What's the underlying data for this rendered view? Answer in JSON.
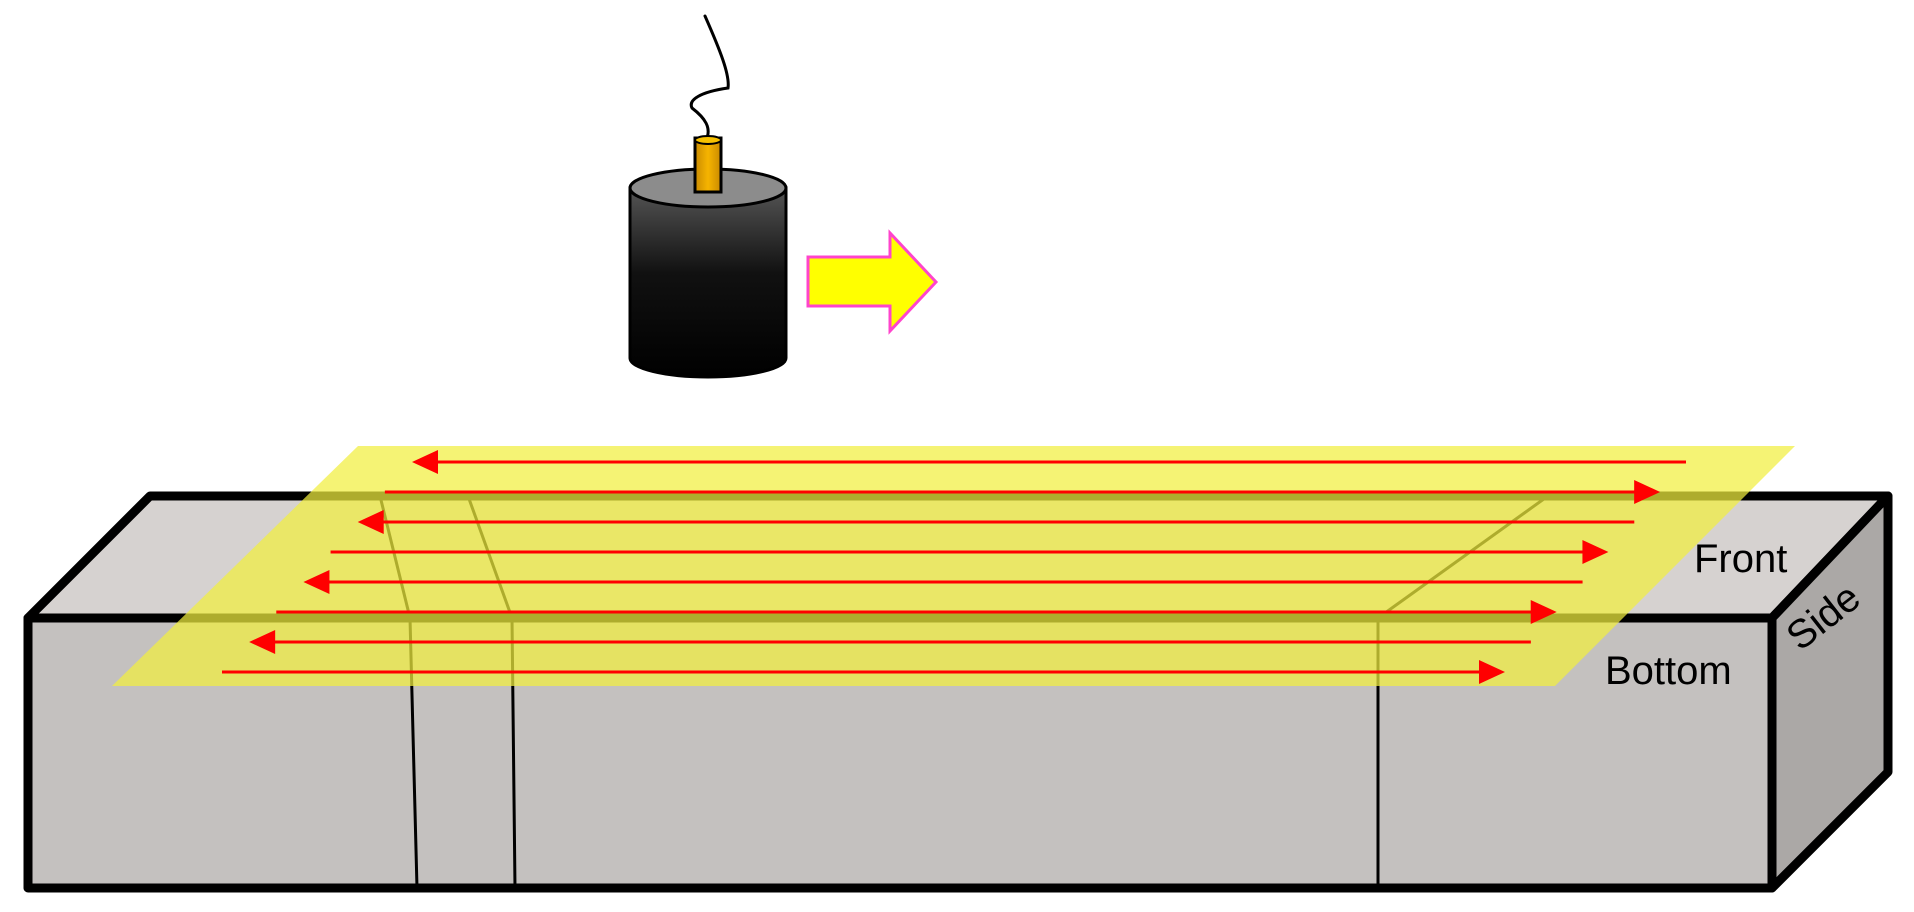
{
  "labels": {
    "front": "Front",
    "side": "Side",
    "bottom": "Bottom"
  },
  "colors": {
    "block_top": "#d6d2d0",
    "block_front": "#c4c1bf",
    "block_side": "#aba8a6",
    "block_outline": "#000000",
    "scan_plane": "#f1ef3f",
    "scan_arrow": "#ff0000",
    "probe_body": "#111111",
    "probe_top": "#8c8c8c",
    "connector": "#e8a200",
    "motion_arrow_fill": "#ffff00",
    "motion_arrow_border": "#ff44cc"
  },
  "icons": {
    "probe": "ultrasonic-transducer-icon",
    "motion": "right-arrow-icon"
  },
  "scan_pattern": {
    "lines": 8,
    "directions": [
      "left",
      "right",
      "left",
      "right",
      "left",
      "right",
      "left",
      "right"
    ]
  }
}
